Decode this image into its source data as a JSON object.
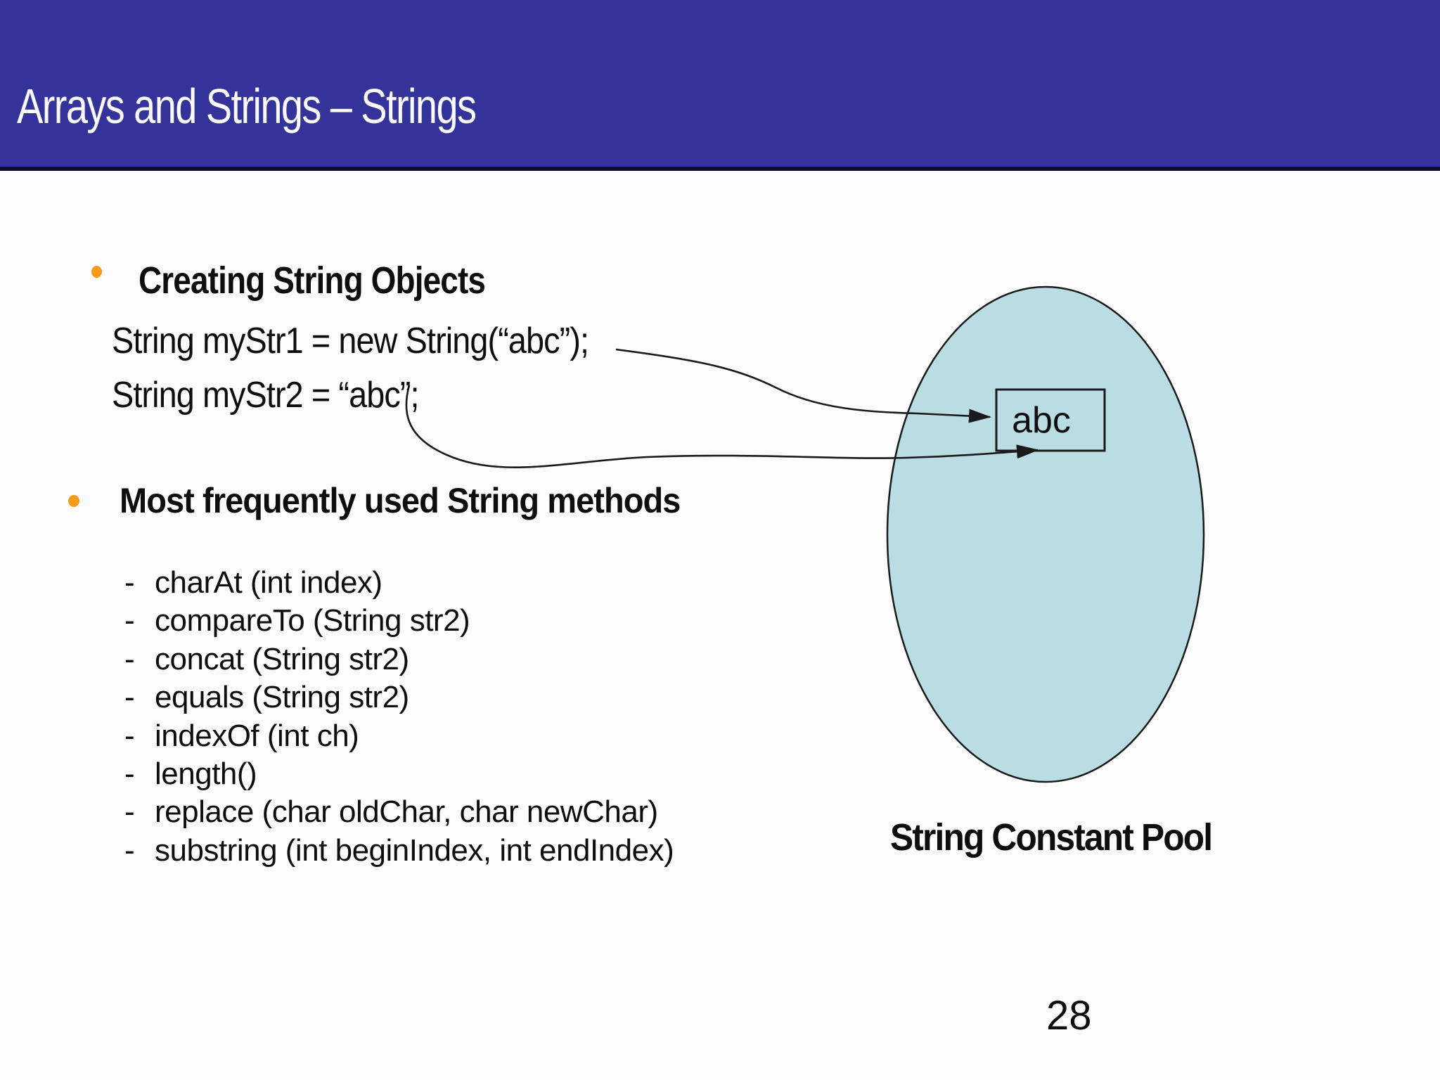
{
  "slide": {
    "title": "Arrays and Strings – Strings",
    "page_number": "28"
  },
  "sections": {
    "creating": {
      "heading": "Creating String Objects",
      "code_line_1": "String myStr1 = new String(“abc”);",
      "code_line_2": "String myStr2 = “abc”;"
    },
    "methods": {
      "heading": "Most frequently used String methods",
      "dash": "-",
      "items": [
        "charAt (int index)",
        "compareTo (String str2)",
        "concat (String str2)",
        "equals (String str2)",
        "indexOf (int ch)",
        "length()",
        "replace (char oldChar, char newChar)",
        "substring (int beginIndex, int endIndex)"
      ]
    }
  },
  "diagram": {
    "box_value": "abc",
    "pool_label": "String Constant Pool"
  },
  "colors": {
    "header_bar": "#333399",
    "header_underline": "#0d0d2b",
    "bullet_orange": "#f89b1b",
    "pool_fill": "#b9dde3",
    "line_stroke": "#1a1a1a"
  }
}
